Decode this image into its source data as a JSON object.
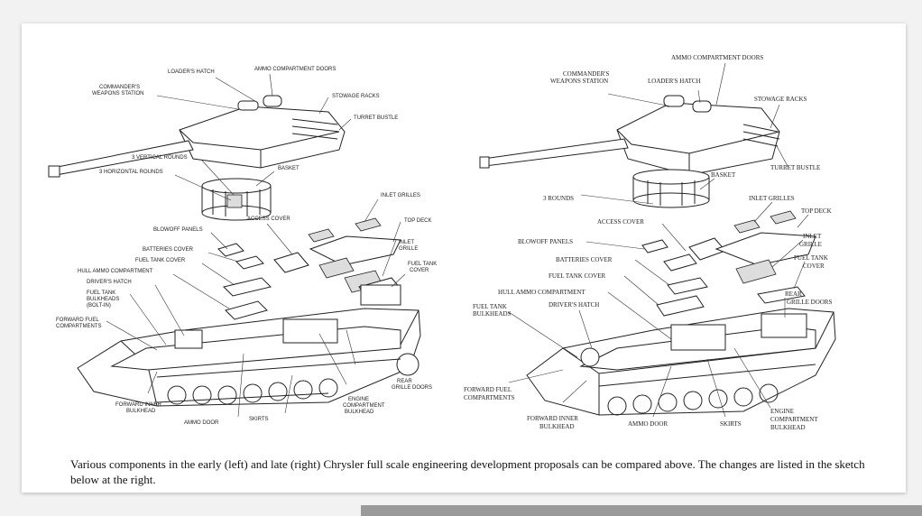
{
  "left_labels": {
    "loaders_hatch": "LOADER'S HATCH",
    "ammo_compartment_doors": "AMMO COMPARTMENT DOORS",
    "commanders_weapons_station": [
      "COMMANDER'S",
      "WEAPONS STATION"
    ],
    "stowage_racks": "STOWAGE RACKS",
    "turret_bustle": "TURRET BUSTLE",
    "vertical_rounds": "3 VERTICAL ROUNDS",
    "horizontal_rounds": "3 HORIZONTAL ROUNDS",
    "basket": "BASKET",
    "inlet_grilles": "INLET GRILLES",
    "access_cover": "ACCESS COVER",
    "top_deck": "TOP DECK",
    "blowoff_panels": "BLOWOFF PANELS",
    "inlet_grille": [
      "INLET",
      "GRILLE"
    ],
    "batteries_cover": "BATTERIES COVER",
    "fuel_tank_cover_a": "FUEL TANK COVER",
    "fuel_tank_cover_b": [
      "FUEL TANK",
      "COVER"
    ],
    "hull_ammo_compartment": "HULL AMMO COMPARTMENT",
    "drivers_hatch": "DRIVER'S HATCH",
    "fuel_tank_bulkheads": [
      "FUEL TANK",
      "BULKHEADS",
      "(BOLT-IN)"
    ],
    "forward_fuel_compartments": [
      "FORWARD FUEL",
      "COMPARTMENTS"
    ],
    "rear_grille_doors": [
      "REAR",
      "GRILLE DOORS"
    ],
    "engine_compartment_bulkhead": [
      "ENGINE",
      "COMPARTMENT",
      "BULKHEAD"
    ],
    "forward_inner_bulkhead": [
      "FORWARD INNER",
      "BULKHEAD"
    ],
    "ammo_door": "AMMO DOOR",
    "skirts": "SKIRTS"
  },
  "right_labels": {
    "ammo_compartment_doors": "AMMO COMPARTMENT DOORS",
    "commanders_weapons_station": [
      "COMMANDER'S",
      "WEAPONS STATION"
    ],
    "loaders_hatch": "LOADER'S HATCH",
    "stowage_racks": "STOWAGE RACKS",
    "turret_bustle": "TURRET BUSTLE",
    "basket": "BASKET",
    "rounds": "3 ROUNDS",
    "inlet_grilles": "INLET GRILLES",
    "access_cover": "ACCESS COVER",
    "top_deck": "TOP DECK",
    "blowoff_panels": "BLOWOFF PANELS",
    "inlet_grille": [
      "INLET",
      "GRILLE"
    ],
    "batteries_cover": "BATTERIES COVER",
    "fuel_tank_cover_a": "FUEL TANK COVER",
    "fuel_tank_cover_b": [
      "FUEL TANK",
      "COVER"
    ],
    "hull_ammo_compartment": "HULL AMMO COMPARTMENT",
    "rear_grille_doors": [
      "REAR",
      "GRILLE DOORS"
    ],
    "fuel_tank_bulkheads": [
      "FUEL TANK",
      "BULKHEADS"
    ],
    "drivers_hatch": "DRIVER'S HATCH",
    "forward_fuel_compartments": [
      "FORWARD FUEL",
      "COMPARTMENTS"
    ],
    "forward_inner_bulkhead": [
      "FORWARD INNER",
      "BULKHEAD"
    ],
    "ammo_door": "AMMO DOOR",
    "skirts": "SKIRTS",
    "engine_compartment_bulkhead": [
      "ENGINE",
      "COMPARTMENT",
      "BULKHEAD"
    ]
  },
  "caption": "Various components in the early (left) and late (right) Chrysler full scale engineering development proposals can be compared above. The changes are listed in the sketch below at the right."
}
